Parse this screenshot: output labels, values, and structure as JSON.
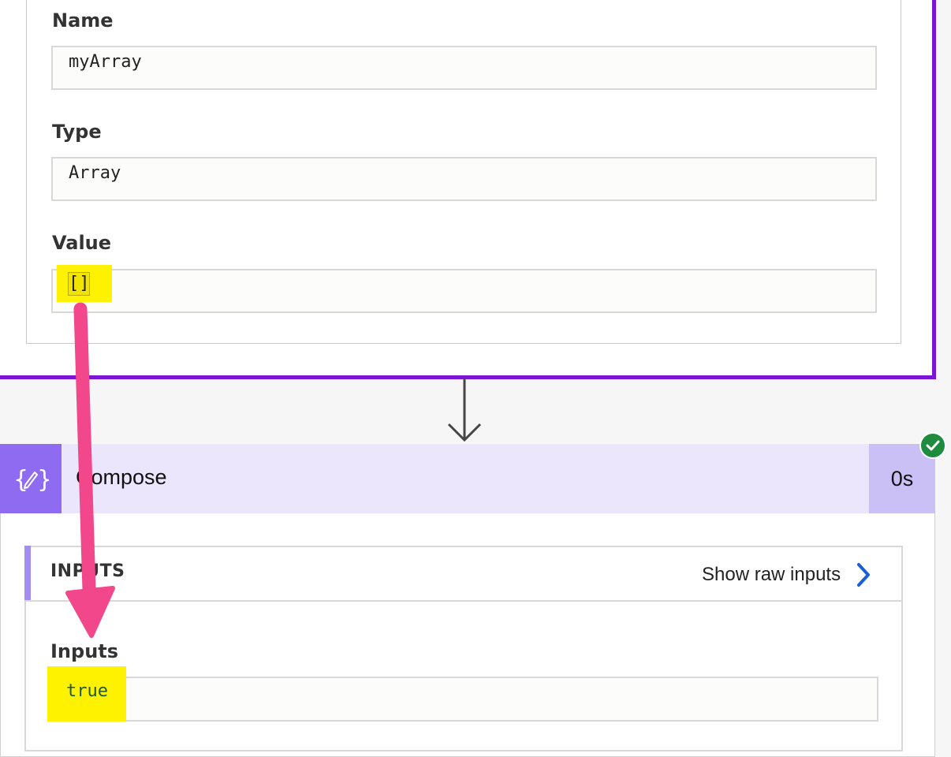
{
  "variable": {
    "name_label": "Name",
    "name_value": "myArray",
    "type_label": "Type",
    "type_value": "Array",
    "value_label": "Value",
    "value_value": "[]"
  },
  "compose": {
    "title": "Compose",
    "duration": "0s",
    "status": "succeeded",
    "icon": "compose-braces-pencil-icon",
    "inputs_section_title": "INPUTS",
    "show_raw_label": "Show raw inputs",
    "inputs_label": "Inputs",
    "inputs_value": "true"
  },
  "colors": {
    "card_border": "#7a17d6",
    "compose_icon_bg": "#8f6bf2",
    "compose_header_bg": "#ebe6fc",
    "duration_bg": "#cac0f6",
    "success_badge": "#1f8b3f",
    "highlight": "#fff200",
    "annotation_arrow": "#f2478a",
    "link_chevron": "#1a5fd8"
  }
}
